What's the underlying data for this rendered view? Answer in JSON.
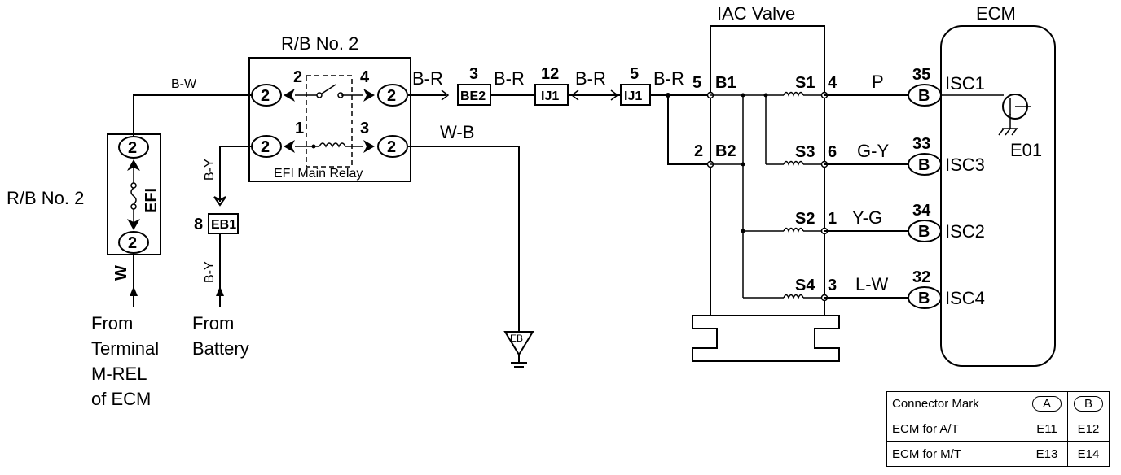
{
  "diagram": {
    "relay_block_title": "R/B No. 2",
    "relay_block_left_title": "R/B No. 2",
    "relay_name": "EFI Main Relay",
    "fuse_name": "EFI",
    "iac_title": "IAC Valve",
    "ecm_title": "ECM",
    "connector_2": "2",
    "relay_pins": {
      "p1": "1",
      "p2": "2",
      "p3": "3",
      "p4": "4"
    },
    "wires": {
      "bw": "B-W",
      "wb": "W-B",
      "by_top": "B-Y",
      "by_bottom": "B-Y",
      "w": "W",
      "br1": "B-R",
      "br2": "B-R",
      "br3": "B-R",
      "br4": "B-R",
      "p": "P",
      "gy": "G-Y",
      "yg": "Y-G",
      "lw": "L-W"
    },
    "junctions": {
      "be2": {
        "label": "BE2",
        "pin": "3"
      },
      "ij1a": {
        "label": "IJ1",
        "pin": "12"
      },
      "ij1b": {
        "label": "IJ1",
        "pin": "5"
      },
      "eb1": {
        "label": "EB1",
        "pin": "8"
      }
    },
    "ground_label": "EB",
    "iac_pins": {
      "b1": "B1",
      "b1_num": "5",
      "b2": "B2",
      "b2_num": "2",
      "s1": "S1",
      "s1_num": "4",
      "s3": "S3",
      "s3_num": "6",
      "s2": "S2",
      "s2_num": "1",
      "s4": "S4",
      "s4_num": "3"
    },
    "ecm_pins": [
      {
        "num": "35",
        "conn": "B",
        "name": "ISC1"
      },
      {
        "num": "33",
        "conn": "B",
        "name": "ISC3"
      },
      {
        "num": "34",
        "conn": "B",
        "name": "ISC2"
      },
      {
        "num": "32",
        "conn": "B",
        "name": "ISC4"
      }
    ],
    "ecm_ground": "E01",
    "from_terminal": [
      "From",
      "Terminal",
      "M-REL",
      "of ECM"
    ],
    "from_battery": [
      "From",
      "Battery"
    ]
  },
  "connector_table": {
    "header": [
      "Connector Mark",
      "A",
      "B"
    ],
    "rows": [
      [
        "ECM for A/T",
        "E11",
        "E12"
      ],
      [
        "ECM for M/T",
        "E13",
        "E14"
      ]
    ]
  }
}
